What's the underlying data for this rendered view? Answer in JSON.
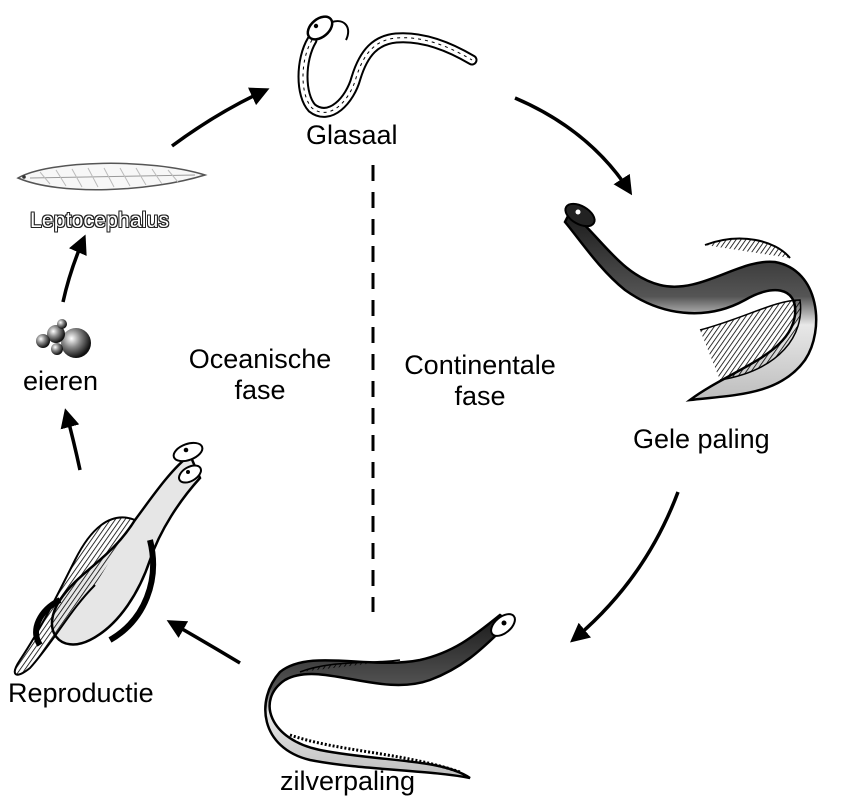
{
  "stages": {
    "glasaal": "Glasaal",
    "leptocephalus": "Leptocephalus",
    "eieren": "eieren",
    "gele_paling": "Gele paling",
    "zilverpaling": "zilverpaling",
    "reproductie": "Reproductie"
  },
  "phases": {
    "oceanic_line1": "Oceanische",
    "oceanic_line2": "fase",
    "continental_line1": "Continentale",
    "continental_line2": "fase"
  }
}
